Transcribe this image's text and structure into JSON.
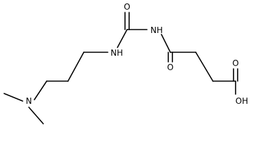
{
  "molecule": {
    "atoms": {
      "amine_n": "N",
      "urea_nh_left": "NH",
      "urea_o": "O",
      "imide_nh": "NH",
      "amide_o": "O",
      "acid_o": "O",
      "acid_oh": "OH"
    },
    "colors": {
      "bond": "#000000",
      "label": "#000000",
      "background": "#ffffff"
    }
  }
}
